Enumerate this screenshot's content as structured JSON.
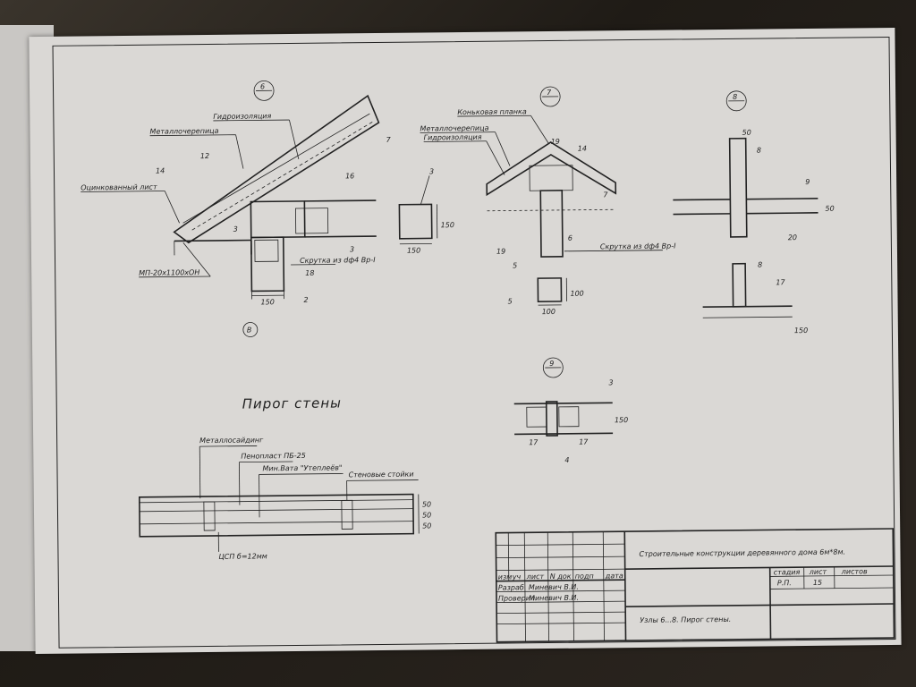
{
  "drawing": {
    "node6": {
      "number": "6",
      "labels": [
        "Гидроизоляция",
        "Металлочерепица",
        "Оцинкованный лист",
        "МП-20х1100хОН",
        "Скрутка из dф4 Вр-I"
      ],
      "marks": [
        "12",
        "14",
        "7",
        "16",
        "3",
        "3",
        "18",
        "2"
      ],
      "dim": "150",
      "axis": "В"
    },
    "section3": {
      "mark": "3",
      "dim_w": "150",
      "dim_h": "150"
    },
    "node7": {
      "number": "7",
      "labels": [
        "Коньковая планка",
        "Металлочерепица",
        "Гидроизоляция",
        "Скрутка из dф4 Вр-I"
      ],
      "marks": [
        "19",
        "14",
        "7",
        "19",
        "6",
        "5",
        "5"
      ],
      "dim_top": "100",
      "dim_side": "100"
    },
    "node8": {
      "number": "8",
      "marks": [
        "8",
        "9",
        "20",
        "8",
        "17"
      ],
      "dims": [
        "50",
        "50",
        "150"
      ]
    },
    "node9": {
      "number": "9",
      "marks": [
        "3",
        "17",
        "17",
        "4"
      ],
      "dim": "150"
    },
    "wall": {
      "title": "Пирог стены",
      "labels": [
        "Металлосайдинг",
        "Пенопласт ПБ-25",
        "Мин.Вата \"Утеплеёв\"",
        "Стеновые стойки",
        "ЦСП б=12мм"
      ],
      "dims": [
        "50",
        "50",
        "50"
      ]
    }
  },
  "title_block": {
    "project": "Строительные конструкции деревянного дома 6м*8м.",
    "sheet_title": "Узлы 6...8. Пирог стены.",
    "headers": [
      "изм",
      "уч",
      "лист",
      "N док",
      "подп",
      "дата"
    ],
    "roles": [
      "Разраб",
      "Проверил"
    ],
    "names": [
      "Миневич В.И.",
      "Миневич В.И."
    ],
    "stage_header": "стадия",
    "sheet_header": "лист",
    "sheets_header": "листов",
    "stage": "Р.П.",
    "sheet": "15",
    "sheets": ""
  }
}
